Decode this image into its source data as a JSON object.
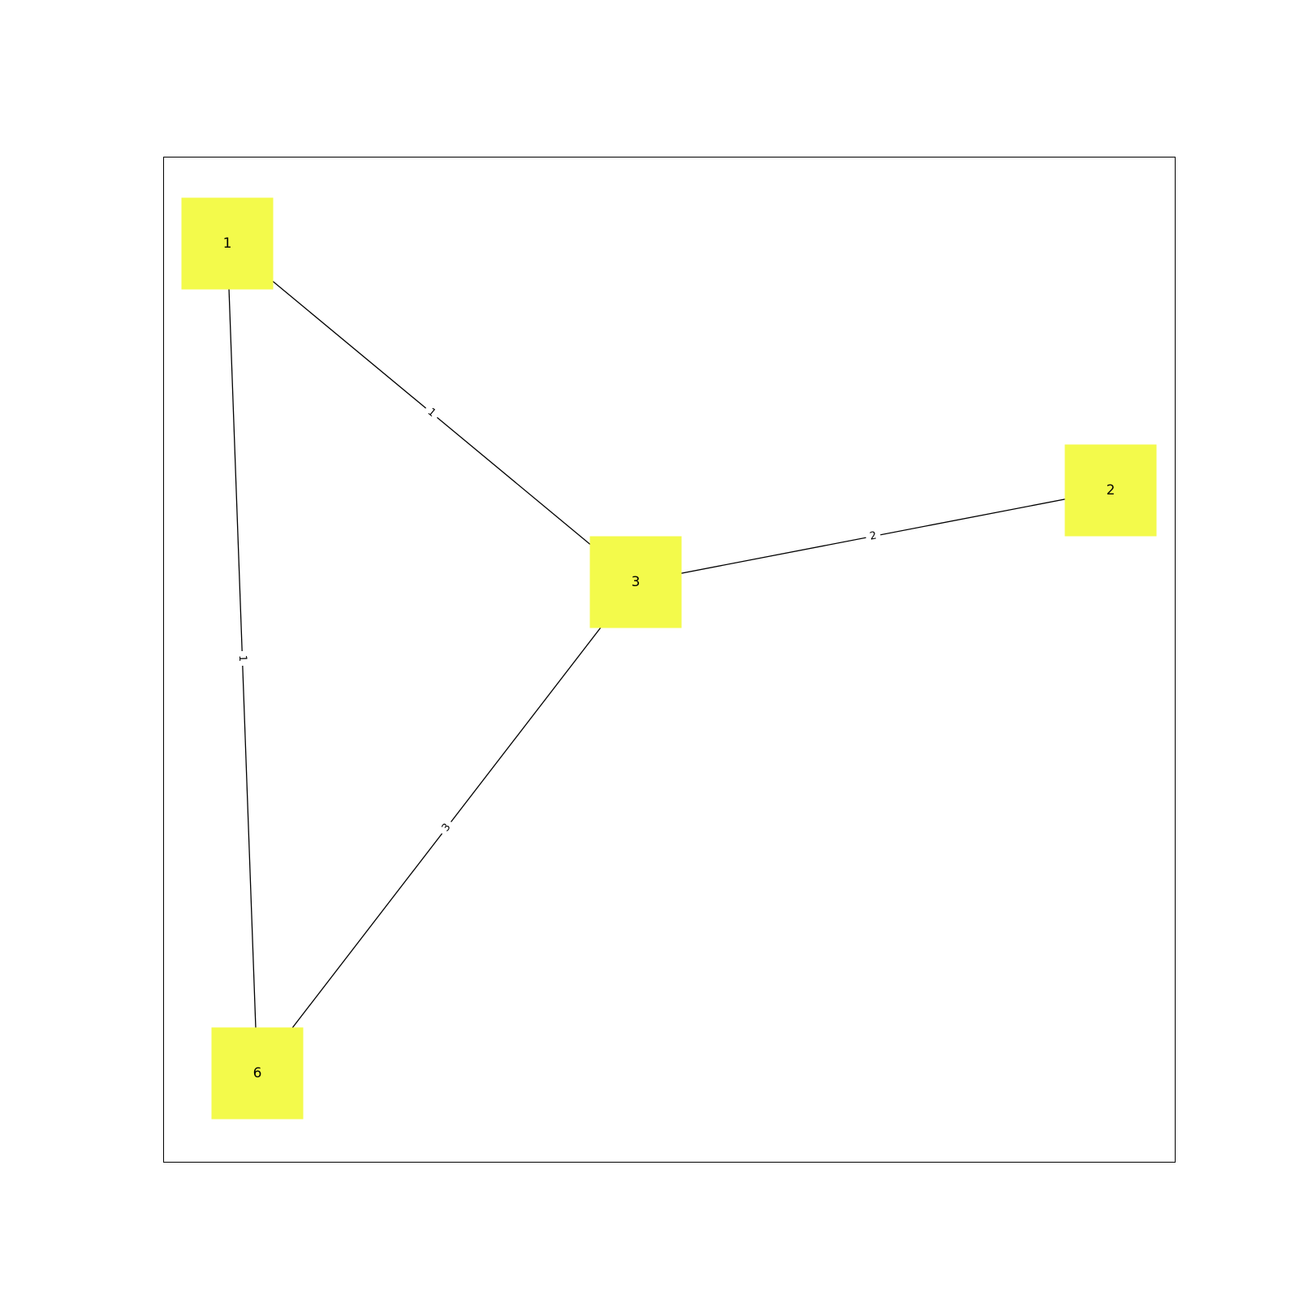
{
  "graph": {
    "node_color": "#f3fa4b",
    "edge_color": "#000000",
    "nodes": [
      {
        "id": "n1",
        "label": "1"
      },
      {
        "id": "n2",
        "label": "2"
      },
      {
        "id": "n3",
        "label": "3"
      },
      {
        "id": "n6",
        "label": "6"
      }
    ],
    "edges": [
      {
        "source": "n1",
        "target": "n3",
        "label": "1"
      },
      {
        "source": "n1",
        "target": "n6",
        "label": "1"
      },
      {
        "source": "n3",
        "target": "n2",
        "label": "2"
      },
      {
        "source": "n3",
        "target": "n6",
        "label": "3"
      }
    ]
  }
}
